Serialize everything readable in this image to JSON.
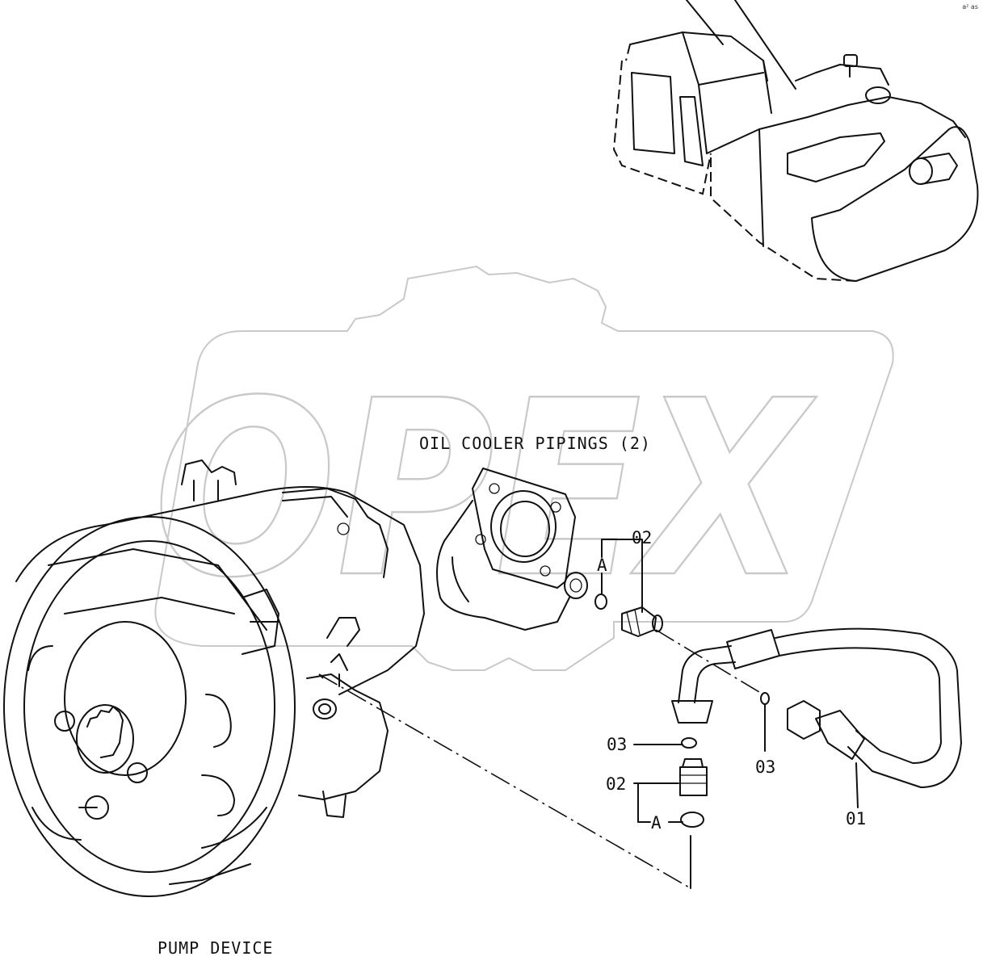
{
  "title": "OIL COOLER PIPINGS (2)",
  "pump_label": "PUMP DEVICE",
  "watermark": "OPEX",
  "corner_code": "a² as",
  "callouts": {
    "top_02": "02",
    "top_A": "A",
    "left_03": "03",
    "left_02": "02",
    "left_A": "A",
    "right_03": "03",
    "hose_01": "01"
  }
}
